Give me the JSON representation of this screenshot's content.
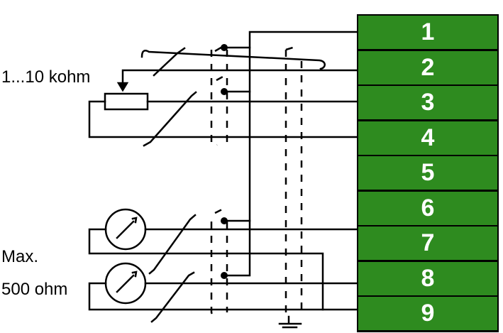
{
  "labels": {
    "potentiometer_range": "1...10 kohm",
    "max_line1": "Max.",
    "max_line2": "500 ohm"
  },
  "terminals": [
    "1",
    "2",
    "3",
    "4",
    "5",
    "6",
    "7",
    "8",
    "9"
  ],
  "colors": {
    "terminal_fill": "#2e8b1f",
    "terminal_border": "#000000",
    "wire": "#000000"
  }
}
